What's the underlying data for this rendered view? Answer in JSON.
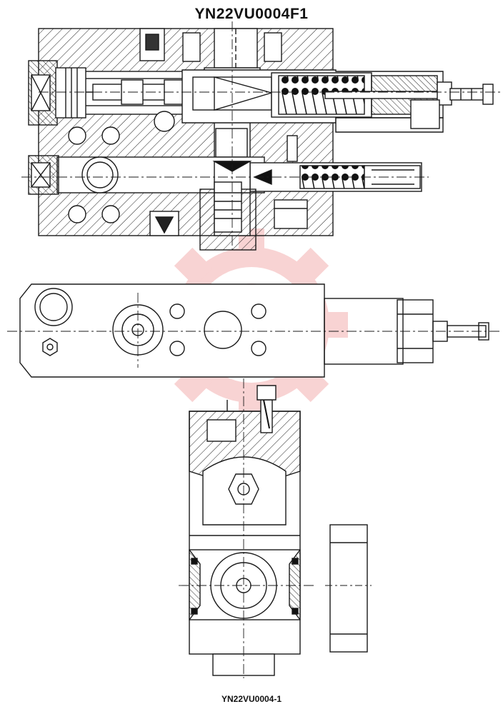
{
  "drawing": {
    "title": "YN22VU0004F1",
    "caption": "YN22VU0004-1",
    "watermark_text": "YN",
    "watermark_color": "#e23a3a",
    "line_color": "#1a1a1a"
  }
}
